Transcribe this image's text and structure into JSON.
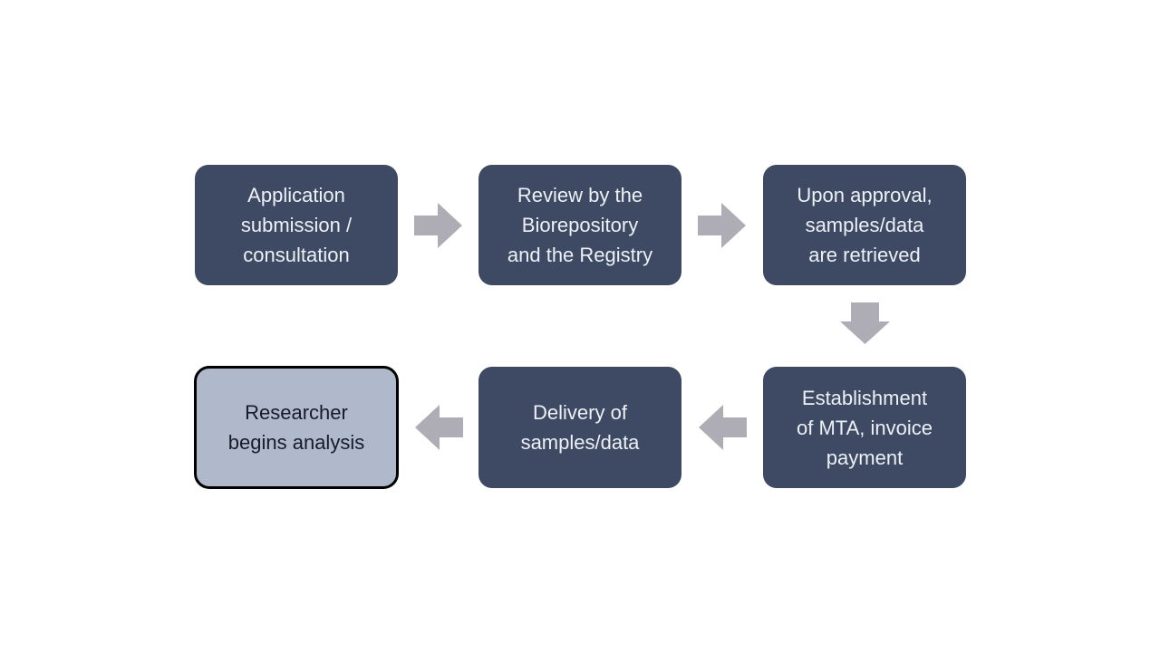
{
  "flowchart": {
    "steps": [
      {
        "label": "Application\nsubmission /\nconsultation",
        "variant": "dark"
      },
      {
        "label": "Review by the\nBiorepository\nand the Registry",
        "variant": "dark"
      },
      {
        "label": "Upon approval,\nsamples/data\nare retrieved",
        "variant": "dark"
      },
      {
        "label": "Establishment\nof MTA, invoice\npayment",
        "variant": "dark"
      },
      {
        "label": "Delivery of\nsamples/data",
        "variant": "dark"
      },
      {
        "label": "Researcher\nbegins analysis",
        "variant": "light"
      }
    ],
    "arrows": [
      {
        "from": 1,
        "to": 2,
        "direction": "right"
      },
      {
        "from": 2,
        "to": 3,
        "direction": "right"
      },
      {
        "from": 3,
        "to": 4,
        "direction": "down"
      },
      {
        "from": 4,
        "to": 5,
        "direction": "left"
      },
      {
        "from": 5,
        "to": 6,
        "direction": "left"
      }
    ]
  },
  "colors": {
    "background": "#FFFFFF",
    "node_dark": "#3E4A63",
    "node_dark_text": "#EDF1F7",
    "node_light": "#AFB9CB",
    "node_light_border": "#000000",
    "node_light_text": "#161C29",
    "arrow": "#AEADB5"
  }
}
